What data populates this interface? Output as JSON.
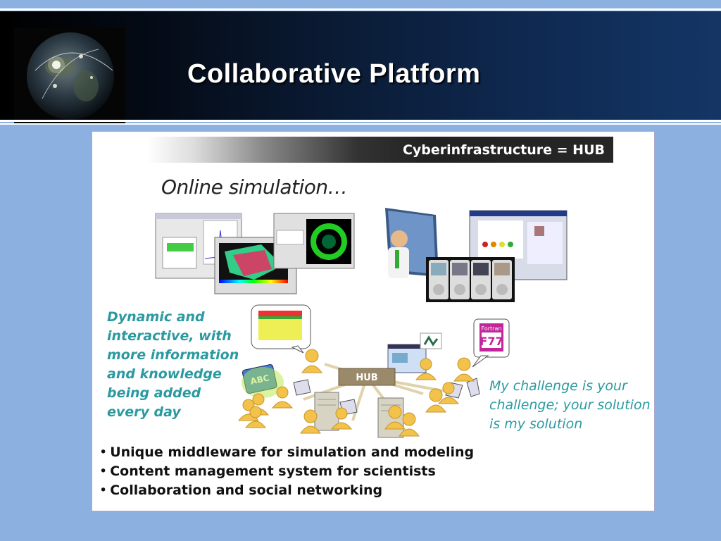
{
  "slide": {
    "title": "Collaborative Platform"
  },
  "panel": {
    "banner": "Cyberinfrastructure = HUB",
    "subtitle": "Online simulation…",
    "left_caption": "Dynamic and interactive, with more information and knowledge being added every day",
    "right_caption": "My challenge is your challenge; your solution is my solution",
    "hub_label": "HUB",
    "abc_label": "ABC",
    "fortran_label": "Fortran",
    "f77_label": "F77",
    "bullets": [
      "Unique middleware for simulation and modeling",
      "Content management system for scientists",
      "Collaboration and social networking"
    ]
  },
  "colors": {
    "background": "#8cb1e0",
    "caption": "#2a9aa0",
    "hub_box": "#9a8a6a"
  }
}
